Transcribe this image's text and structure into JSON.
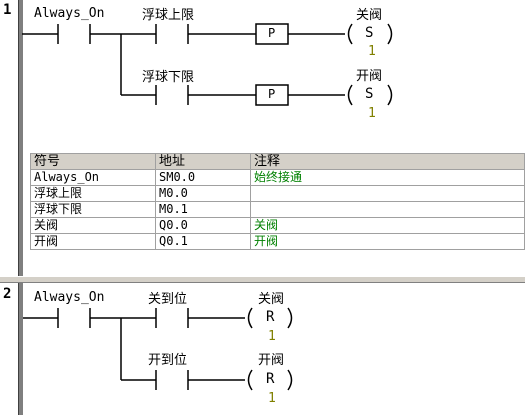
{
  "networks": [
    {
      "number": "1",
      "contacts": {
        "always_on": "Always_On",
        "float_upper": "浮球上限",
        "float_lower": "浮球下限",
        "p1": "P",
        "p2": "P"
      },
      "coils": [
        {
          "name": "关阀",
          "op": "S",
          "count": "1"
        },
        {
          "name": "开阀",
          "op": "S",
          "count": "1"
        }
      ],
      "symbol_table": {
        "headers": [
          "符号",
          "地址",
          "注释"
        ],
        "rows": [
          {
            "symbol": "Always_On",
            "address": "SM0.0",
            "comment": "始终接通"
          },
          {
            "symbol": "浮球上限",
            "address": "M0.0",
            "comment": ""
          },
          {
            "symbol": "浮球下限",
            "address": "M0.1",
            "comment": ""
          },
          {
            "symbol": "关阀",
            "address": "Q0.0",
            "comment": "关阀"
          },
          {
            "symbol": "开阀",
            "address": "Q0.1",
            "comment": "开阀"
          }
        ]
      }
    },
    {
      "number": "2",
      "contacts": {
        "always_on": "Always_On",
        "close_pos": "关到位",
        "open_pos": "开到位"
      },
      "coils": [
        {
          "name": "关阀",
          "op": "R",
          "count": "1"
        },
        {
          "name": "开阀",
          "op": "R",
          "count": "1"
        }
      ]
    }
  ],
  "colors": {
    "rail": "#7f7f7f",
    "comment": "#008000",
    "count": "#808000",
    "header_bg": "#d4d0c8"
  }
}
